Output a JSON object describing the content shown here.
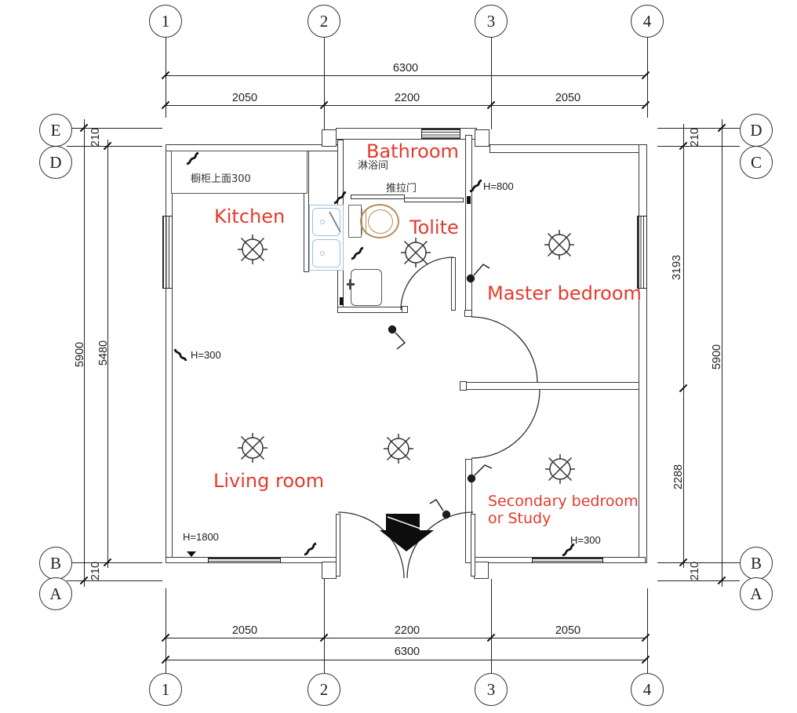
{
  "colors": {
    "label_red": "#e53a2d",
    "line_dark": "#222222",
    "toilet_tan": "#b08d60",
    "sink_blue": "#9cc3de"
  },
  "grid": {
    "top": [
      "1",
      "2",
      "3",
      "4"
    ],
    "bottom": [
      "1",
      "2",
      "3",
      "4"
    ],
    "left": [
      "E",
      "D",
      "B",
      "A"
    ],
    "right": [
      "D",
      "C",
      "B",
      "A"
    ]
  },
  "dimensions": {
    "top": {
      "total": "6300",
      "segments": [
        "2050",
        "2200",
        "2050"
      ]
    },
    "bottom": {
      "total": "6300",
      "segments": [
        "2050",
        "2200",
        "2050"
      ]
    },
    "left": {
      "wall_top": "210",
      "outer": "5900",
      "inner": "5480",
      "wall_bottom": "210"
    },
    "right": {
      "wall_top": "210",
      "upper": "3193",
      "lower": "2288",
      "wall_bottom": "210",
      "outer": "5900"
    }
  },
  "rooms": {
    "bathroom": "Bathroom",
    "kitchen": "Kitchen",
    "toilet": "Tolite",
    "master": "Master bedroom",
    "living": "Living room",
    "secondary_line1": "Secondary bedroom",
    "secondary_line2": "or Study"
  },
  "annotations": {
    "cabinet": "橱柜上面300",
    "shower": "淋浴间",
    "sliding_door": "推拉门",
    "h800": "H=800",
    "h300_left": "H=300",
    "h1800": "H=1800",
    "h300_right": "H=300"
  }
}
